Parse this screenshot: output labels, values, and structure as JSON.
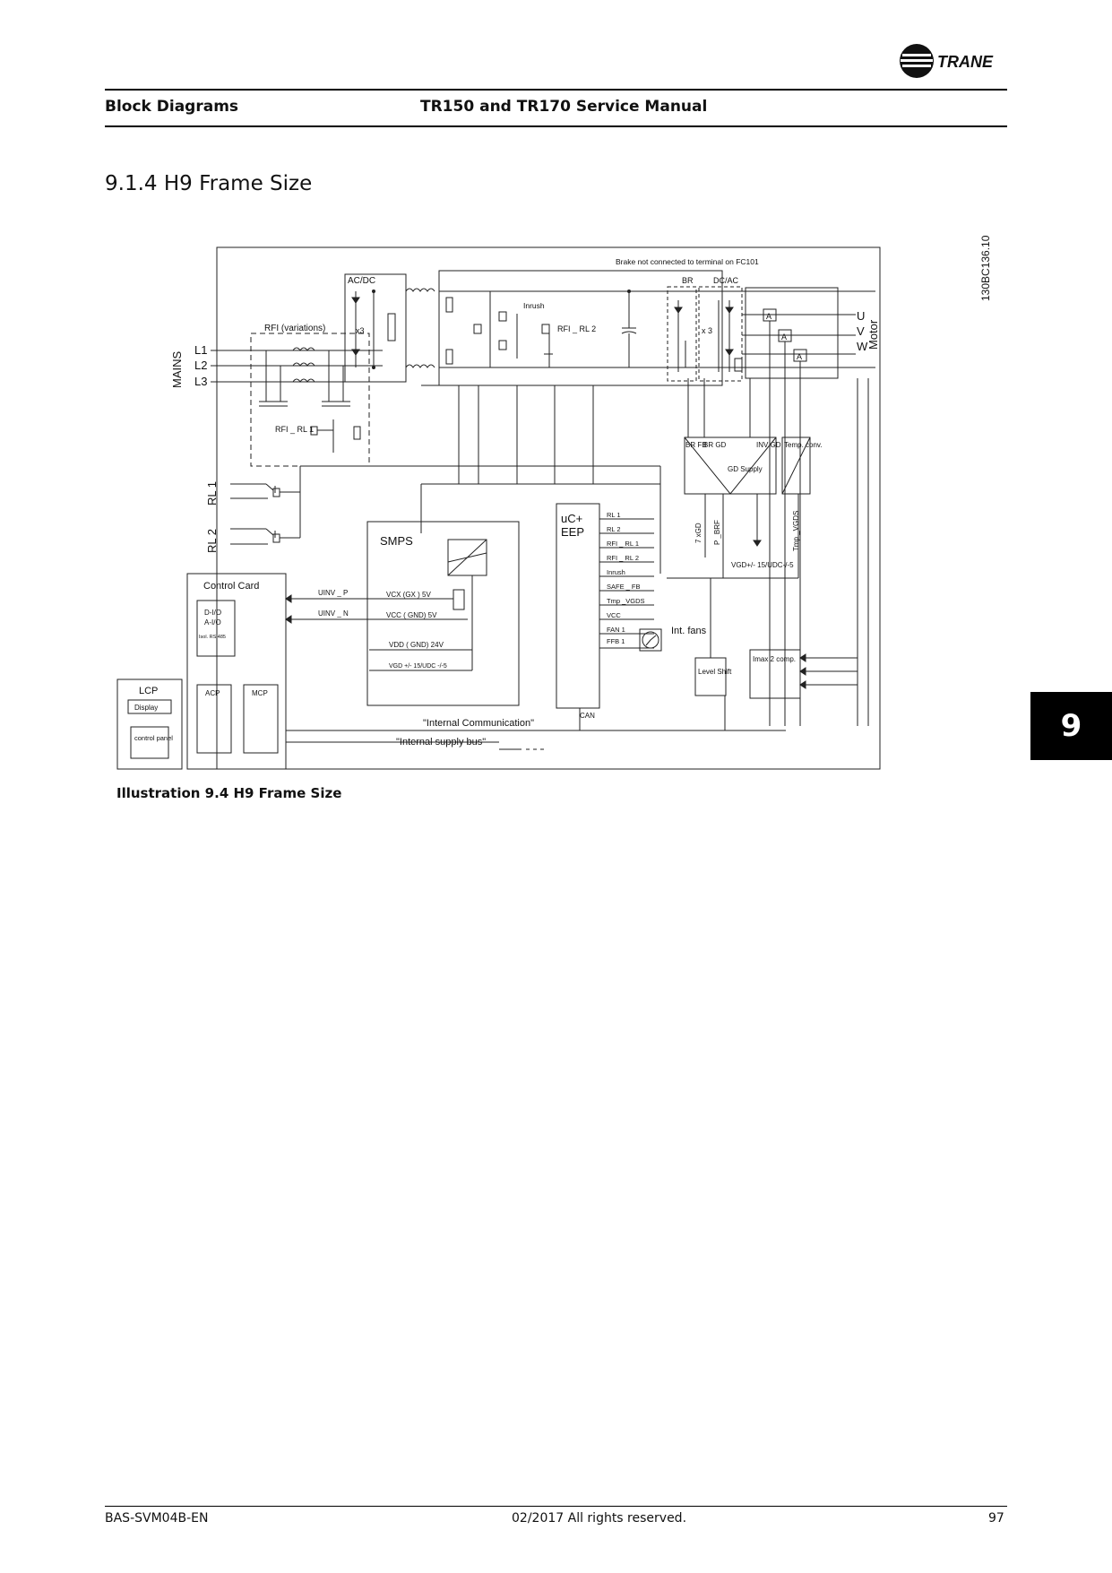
{
  "brand": {
    "name": "TRANE"
  },
  "header": {
    "section": "Block Diagrams",
    "manual_title": "TR150 and TR170 Service Manual"
  },
  "section_title": "9.1.4  H9 Frame Size",
  "diagram": {
    "ref_code": "130BC136.10",
    "mains_label": "MAINS",
    "mains_phases": [
      "L1",
      "L2",
      "L3"
    ],
    "motor_label": "Motor",
    "motor_phases": [
      "U",
      "V",
      "W"
    ],
    "brake_note": "Brake not connected to terminal on FC101",
    "blocks": {
      "acdc": "AC/DC",
      "dcac": "DC/AC",
      "br": "BR",
      "rfi_variations": "RFI  (variations)",
      "inrush": "Inrush",
      "rfi_rl1": "RFI _ RL 1",
      "rfi_rl2": "RFI _ RL 2",
      "x3": "x3",
      "x3b": "x 3",
      "rl1": "RL 1",
      "rl2": "RL  2",
      "smps": "SMPS",
      "uc_line1": "uC+",
      "uc_line2": "EEP",
      "control_card": "Control Card",
      "dio": "D-I/O",
      "aio": "A-I/O",
      "rs485": "Isol. RS 485",
      "acp": "ACP",
      "mcp": "MCP",
      "lcp": "LCP",
      "display": "Display",
      "control_panel": "control panel",
      "gd_supply": "GD Supply",
      "br_fb": "BR FB",
      "br_gd": "BR GD",
      "inv_gd": "INV GD",
      "temp_conv": "Temp. conv.",
      "level_shift": "Level Shift",
      "imax": "Imax 2 comp.",
      "int_fans": "Int. fans",
      "can": "CAN",
      "ammeter": "A",
      "uinv_p": "UINV _ P",
      "uinv_n": "UINV _ N",
      "vcx": "VCX  (GX ) 5V",
      "vcc_gnd": "VCC  ( GND) 5V",
      "vdd": "VDD  ( GND) 24V",
      "vgd_smps": "VGD +/- 15/UDC -/-5",
      "vgd_right": "VGD+/- 15/UDC-/-5",
      "xgd": "7 xGD",
      "p_brf": "P _BRF",
      "tmp_vgds_vert": "Tmp _VGDS",
      "internal_comm": "\"Internal Communication\"",
      "internal_bus": "\"Internal supply bus\""
    },
    "uc_signals": [
      "RL 1",
      "RL 2",
      "RFI _ RL 1",
      "RFI _ RL 2",
      "Inrush",
      "SAFE _ FB",
      "Tmp _VGDS",
      "VCC",
      "FAN 1",
      "FFB 1"
    ]
  },
  "caption": "Illustration 9.4 H9 Frame Size",
  "chapter_tab": "9",
  "footer": {
    "doc_id": "BAS-SVM04B-EN",
    "date_rights": "02/2017 All rights reserved.",
    "page_number": "97"
  }
}
